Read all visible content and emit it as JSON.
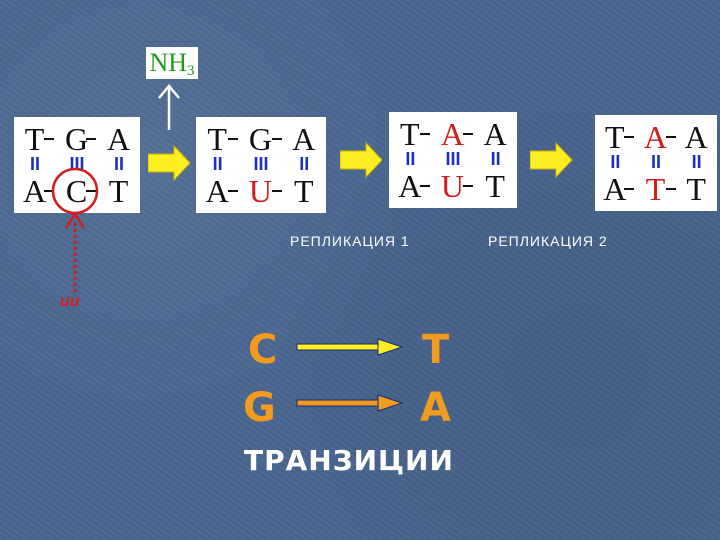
{
  "nh3": {
    "text": "NH",
    "sub": "3"
  },
  "cards": [
    {
      "top": [
        "T",
        "G",
        "A"
      ],
      "mid": [
        "II",
        "III",
        "II"
      ],
      "bottom": [
        "A",
        "C",
        "T"
      ],
      "red_top": [],
      "red_bottom": []
    },
    {
      "top": [
        "T",
        "G",
        "A"
      ],
      "mid": [
        "II",
        "III",
        "II"
      ],
      "bottom": [
        "A",
        "U",
        "T"
      ],
      "red_top": [],
      "red_bottom": [
        1
      ]
    },
    {
      "top": [
        "T",
        "A",
        "A"
      ],
      "mid": [
        "II",
        "III",
        "II"
      ],
      "bottom": [
        "A",
        "U",
        "T"
      ],
      "red_top": [
        1
      ],
      "red_bottom": [
        1
      ]
    },
    {
      "top": [
        "T",
        "A",
        "A"
      ],
      "mid": [
        "II",
        "II",
        "II"
      ],
      "bottom": [
        "A",
        "T",
        "T"
      ],
      "red_top": [
        1
      ],
      "red_bottom": [
        1
      ]
    }
  ],
  "labels": {
    "replication1": "РЕПЛИКАЦИЯ 1",
    "replication2": "РЕПЛИКАЦИЯ 2"
  },
  "mutagen": "ии",
  "transitions": {
    "row1": {
      "from": "C",
      "to": "T"
    },
    "row2": {
      "from": "G",
      "to": "A"
    },
    "title": "ТРАНЗИЦИИ"
  },
  "colors": {
    "background": "#4a6690",
    "orange": "#f29c1f",
    "arrow_yellow": "#ffee22",
    "red": "#d21d1d",
    "blue_bonds": "#1b2ec8",
    "green_nh3": "#1e9b1e"
  }
}
